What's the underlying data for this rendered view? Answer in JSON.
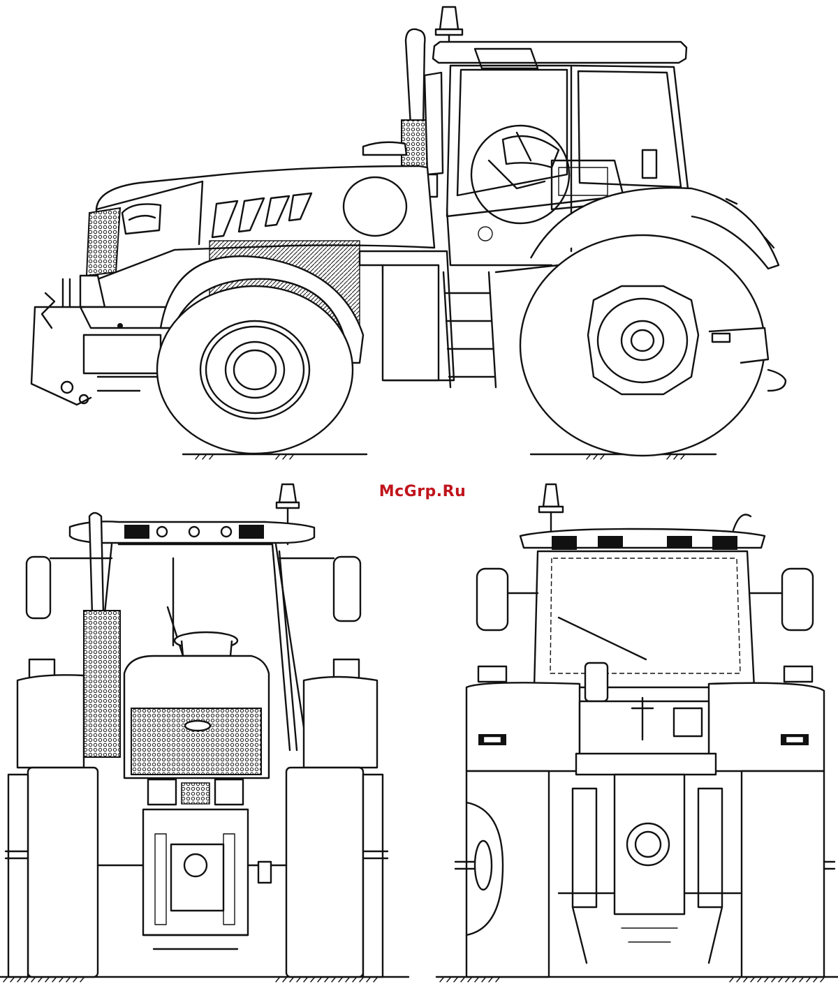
{
  "watermark": {
    "text": "McGrp.Ru",
    "color": "#c0141c"
  },
  "views": [
    {
      "id": "side",
      "name": "side-view"
    },
    {
      "id": "front",
      "name": "front-view"
    },
    {
      "id": "rear",
      "name": "rear-view"
    }
  ],
  "colors": {
    "line": "#111111",
    "background": "#ffffff"
  }
}
